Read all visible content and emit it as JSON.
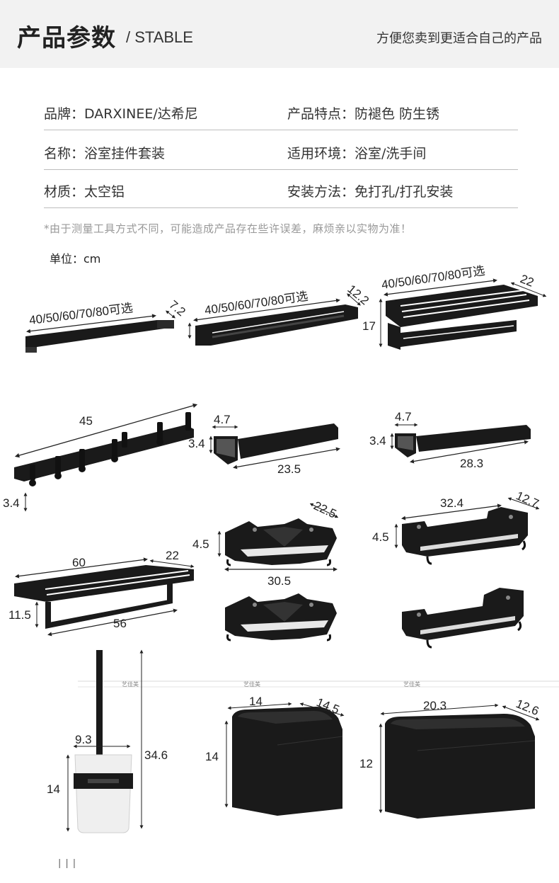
{
  "header": {
    "title_cn": "产品参数",
    "title_en": "/ STABLE",
    "slogan": "方便您卖到更适合自己的产品"
  },
  "specs": [
    {
      "left": "品牌：DARXINEE/达希尼",
      "right": "产品特点：防褪色 防生锈"
    },
    {
      "left": "名称：浴室挂件套装",
      "right": "适用环境：浴室/洗手间"
    },
    {
      "left": "材质：太空铝",
      "right": "安装方法：免打孔/打孔安装"
    }
  ],
  "note": "*由于测量工具方式不同，可能造成产品存在些许误差，麻烦亲以实物为准！",
  "unit": "单位：cm",
  "products": {
    "towel_bar_single": {
      "length": "40/50/60/70/80可选",
      "depth": "7.2"
    },
    "towel_bar_double": {
      "length": "40/50/60/70/80可选",
      "depth": "12.2"
    },
    "towel_rack": {
      "length": "40/50/60/70/80可选",
      "depth": "22",
      "height": "17"
    },
    "hook_rail": {
      "length": "45",
      "height": "3.4"
    },
    "paper_holder_short": {
      "depth": "4.7",
      "height": "3.4",
      "length": "23.5"
    },
    "paper_holder_long": {
      "depth": "4.7",
      "height": "3.4",
      "length": "28.3"
    },
    "corner_shelf": {
      "depth": "22.5",
      "height": "4.5",
      "width": "30.5"
    },
    "wall_shelf": {
      "width": "32.4",
      "depth": "12.7",
      "height": "4.5"
    },
    "folding_rack": {
      "length": "60",
      "depth": "22",
      "height": "11.5",
      "bar": "56"
    },
    "toilet_brush": {
      "width": "9.3",
      "height": "34.6",
      "cup_height": "14"
    },
    "tissue_box_small": {
      "width": "14",
      "depth": "14.5",
      "height": "14"
    },
    "tissue_box_large": {
      "width": "20.3",
      "depth": "12.6",
      "height": "12"
    },
    "watermark": [
      "艺佳美",
      "艺佳美",
      "艺佳美"
    ],
    "footer_mark": "|||"
  },
  "colors": {
    "header_bg": "#f2f2f2",
    "product": "#1a1a1a",
    "divider": "#bdbdbd",
    "note": "#999999"
  }
}
